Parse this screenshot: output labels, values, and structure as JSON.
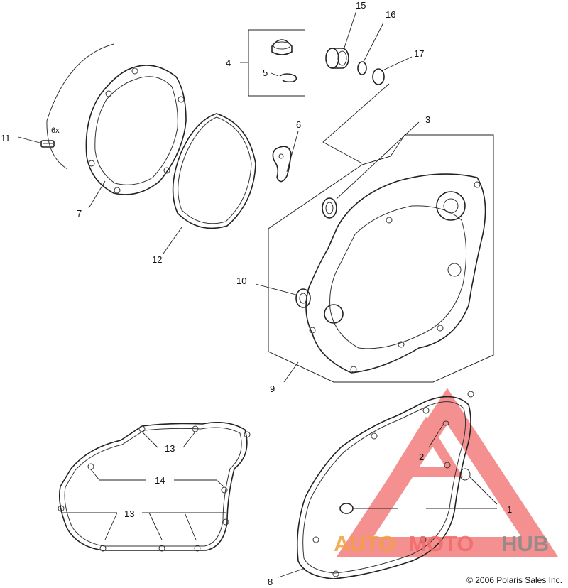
{
  "callouts": {
    "c1": "1",
    "c2": "2",
    "c3": "3",
    "c4": "4",
    "c5": "5",
    "c6": "6",
    "c7": "7",
    "c8": "8",
    "c9": "9",
    "c10": "10",
    "c11": "11",
    "c12": "12",
    "c13a": "13",
    "c13b": "13",
    "c14": "14",
    "c15": "15",
    "c16": "16",
    "c17": "17",
    "qty_6x": "6x"
  },
  "watermark": {
    "part1": "AUTO",
    "part2": "MOTO",
    "part3": "HUB",
    "color_orange": "#f0a23c",
    "color_red": "#f26b6b",
    "color_gray": "#8a8a8a"
  },
  "copyright": "© 2006 Polaris Sales Inc."
}
